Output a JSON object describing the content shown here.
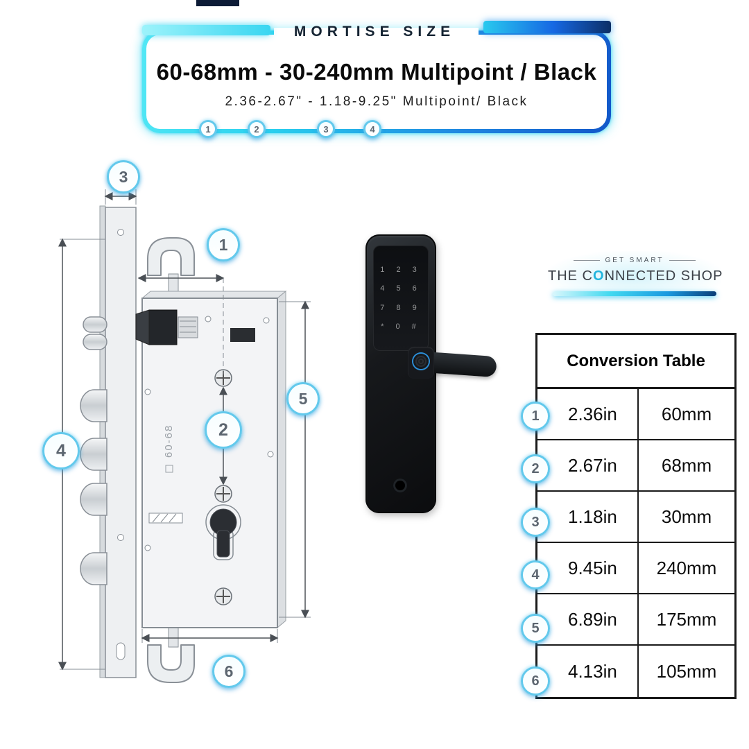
{
  "header": {
    "title": "MORTISE SIZE",
    "banner": {
      "title": "60-68mm - 30-240mm Multipoint / Black",
      "subtitle": "2.36-2.67\" - 1.18-9.25\" Multipoint/ Black",
      "badges": [
        "1",
        "2",
        "3",
        "4"
      ]
    }
  },
  "diagram": {
    "callouts": [
      "3",
      "1",
      "5",
      "4",
      "2",
      "6"
    ],
    "engraving": "60-68"
  },
  "smart_lock": {
    "keypad_rows": [
      "1 2 3",
      "4 5 6",
      "7 8 9",
      "* 0 #"
    ]
  },
  "brand": {
    "tagline": "GET SMART",
    "name_left": "THE C",
    "name_o": "O",
    "name_right": "NNECTED SHOP"
  },
  "conversion_table": {
    "title": "Conversion Table",
    "rows": [
      {
        "badge": "1",
        "inches": "2.36in",
        "mm": "60mm"
      },
      {
        "badge": "2",
        "inches": "2.67in",
        "mm": "68mm"
      },
      {
        "badge": "3",
        "inches": "1.18in",
        "mm": "30mm"
      },
      {
        "badge": "4",
        "inches": "9.45in",
        "mm": "240mm"
      },
      {
        "badge": "5",
        "inches": "6.89in",
        "mm": "175mm"
      },
      {
        "badge": "6",
        "inches": "4.13in",
        "mm": "105mm"
      }
    ]
  },
  "colors": {
    "accent_cyan": "#35dcf2",
    "accent_blue": "#1668e3",
    "table_border": "#1a1a1a"
  }
}
